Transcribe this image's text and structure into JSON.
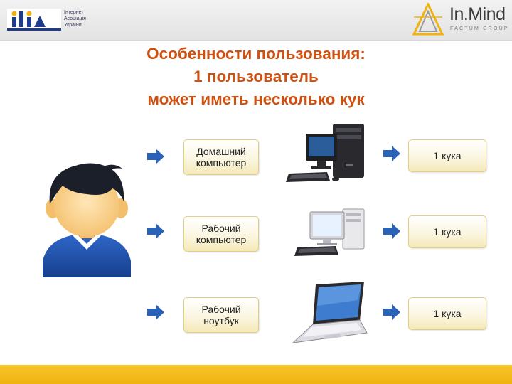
{
  "header": {
    "left_logo": {
      "mark": "uia",
      "lines": [
        "Інтернет",
        "Асоціація",
        "України"
      ]
    },
    "right_logo": {
      "name": "In.Mind",
      "sub": "FACTUM GROUP"
    }
  },
  "title": {
    "line1": "Особенности пользования:",
    "line2": "1 пользователь",
    "line3": "может иметь несколько кук"
  },
  "rows": [
    {
      "label_line1": "Домашний",
      "label_line2": "компьютер",
      "count": "1 кука",
      "device_icon": "desktop-tower-icon"
    },
    {
      "label_line1": "Рабочий",
      "label_line2": "компьютер",
      "count": "1 кука",
      "device_icon": "desktop-white-icon"
    },
    {
      "label_line1": "Рабочий",
      "label_line2": "ноутбук",
      "count": "1 кука",
      "device_icon": "laptop-icon"
    }
  ],
  "colors": {
    "title": "#d05010",
    "arrow": "#2a62b8",
    "box_border": "#e2cf86",
    "footer": "#f0b310"
  }
}
